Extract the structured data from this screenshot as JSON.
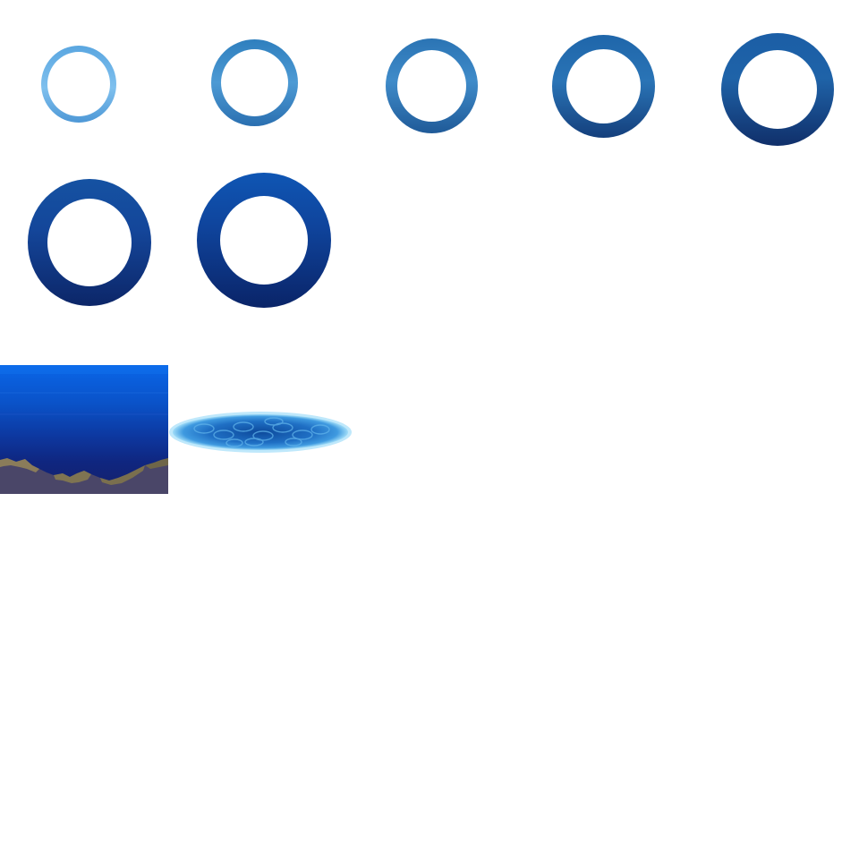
{
  "sprite_sheet": {
    "rings": [
      {
        "id": "ring-1",
        "icon": "water-ring-icon"
      },
      {
        "id": "ring-2",
        "icon": "water-ring-icon"
      },
      {
        "id": "ring-3",
        "icon": "water-ring-icon"
      },
      {
        "id": "ring-4",
        "icon": "water-ring-icon"
      },
      {
        "id": "ring-5",
        "icon": "water-ring-icon"
      },
      {
        "id": "ring-6",
        "icon": "water-ring-icon"
      },
      {
        "id": "ring-7",
        "icon": "water-ring-icon"
      }
    ],
    "tiles": [
      {
        "id": "underwater-tile",
        "icon": "underwater-seabed-icon"
      },
      {
        "id": "water-puddle",
        "icon": "water-puddle-icon"
      }
    ],
    "colors": {
      "background": "#ffffff",
      "ring_light": "#7fc0ee",
      "ring_dark": "#0a2468",
      "water_top": "#0a66e8",
      "water_deep": "#16206a",
      "seabed": "#4a4668",
      "seabed_rock": "#8a7c5a",
      "puddle_edge": "#8fd0f6",
      "puddle_core": "#1f6fc4"
    }
  }
}
